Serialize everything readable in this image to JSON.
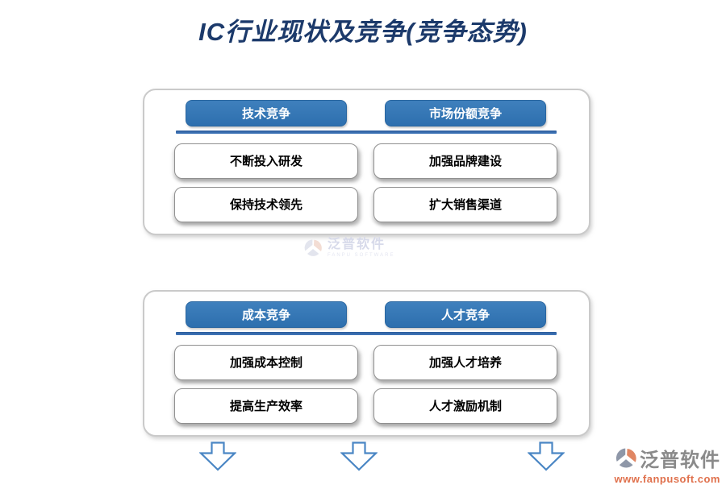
{
  "title": "IC行业现状及竞争(竞争态势)",
  "colors": {
    "title_navy": "#1C3A6B",
    "header_blue": "#2E75B6",
    "divider_blue": "#3A6FB5",
    "panel_border_gray": "#CACACA",
    "arrow_outline_blue": "#4A86C4",
    "logo_orange": "#E08663",
    "logo_gray": "#8E97A8",
    "footer_text_gray": "#8A8A8A",
    "footer_url_orange": "#E0714D"
  },
  "panels": [
    {
      "columns": [
        {
          "header": "技术竞争",
          "items": [
            "不断投入研发",
            "保持技术领先"
          ]
        },
        {
          "header": "市场份额竞争",
          "items": [
            "加强品牌建设",
            "扩大销售渠道"
          ]
        }
      ]
    },
    {
      "columns": [
        {
          "header": "成本竞争",
          "items": [
            "加强成本控制",
            "提高生产效率"
          ]
        },
        {
          "header": "人才竞争",
          "items": [
            "加强人才培养",
            "人才激励机制"
          ]
        }
      ]
    }
  ],
  "watermark": {
    "brand": "泛普软件",
    "brand_en": "FANPU SOFTWARE"
  },
  "footer": {
    "brand": "泛普软件",
    "url": "www.fanpusoft.com"
  },
  "icons": {
    "down_arrow": "down-arrow-icon",
    "brand_logo": "fanpu-logo-icon"
  }
}
